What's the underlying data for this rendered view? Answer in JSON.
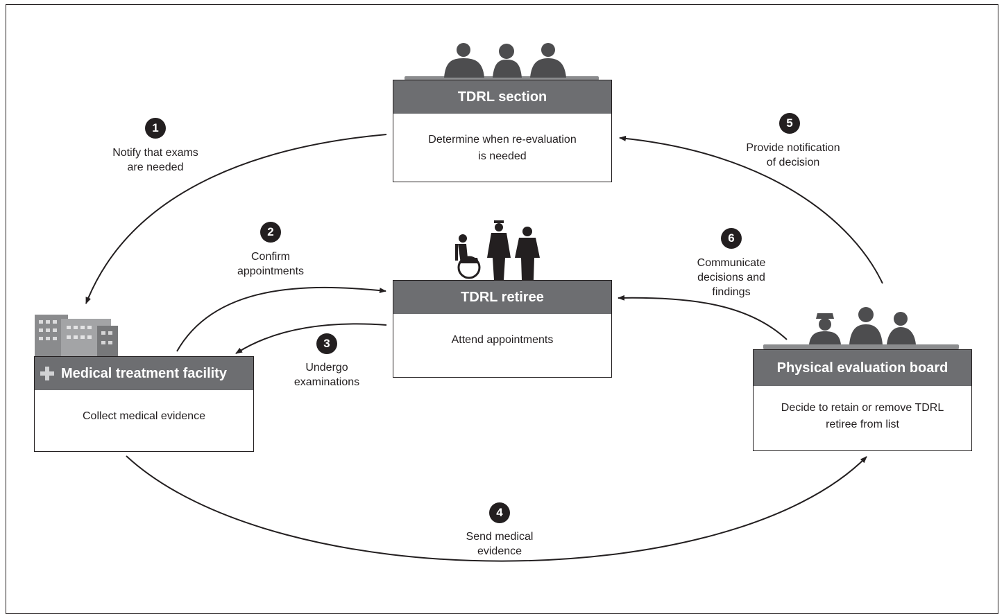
{
  "boxes": {
    "tdrl_section": {
      "title": "TDRL section",
      "description_1": "Determine when re-evaluation",
      "description_2": "is needed"
    },
    "tdrl_retiree": {
      "title": "TDRL retiree",
      "description": "Attend appointments"
    },
    "medical_facility": {
      "title": "Medical treatment facility",
      "description": "Collect medical evidence",
      "icon": "plus-icon"
    },
    "evaluation_board": {
      "title": "Physical evaluation board",
      "description_1": "Decide to retain or remove TDRL",
      "description_2": "retiree from list"
    }
  },
  "steps": [
    {
      "number": "1",
      "line1": "Notify that exams",
      "line2": "are needed"
    },
    {
      "number": "2",
      "line1": "Confirm",
      "line2": "appointments"
    },
    {
      "number": "3",
      "line1": "Undergo",
      "line2": "examinations"
    },
    {
      "number": "4",
      "line1": "Send medical",
      "line2": "evidence"
    },
    {
      "number": "5",
      "line1": "Provide notification",
      "line2": "of decision"
    },
    {
      "number": "6",
      "line1": "Communicate",
      "line2": "decisions and",
      "line3": "findings"
    }
  ],
  "colors": {
    "header_gray": "#6d6e71",
    "ink": "#231f20",
    "silhouette": "#4d4d4f",
    "building": "#9a9b9e"
  },
  "icons": [
    "civilian-group-icon",
    "retiree-group-icon",
    "hospital-building-icon",
    "military-board-icon"
  ]
}
